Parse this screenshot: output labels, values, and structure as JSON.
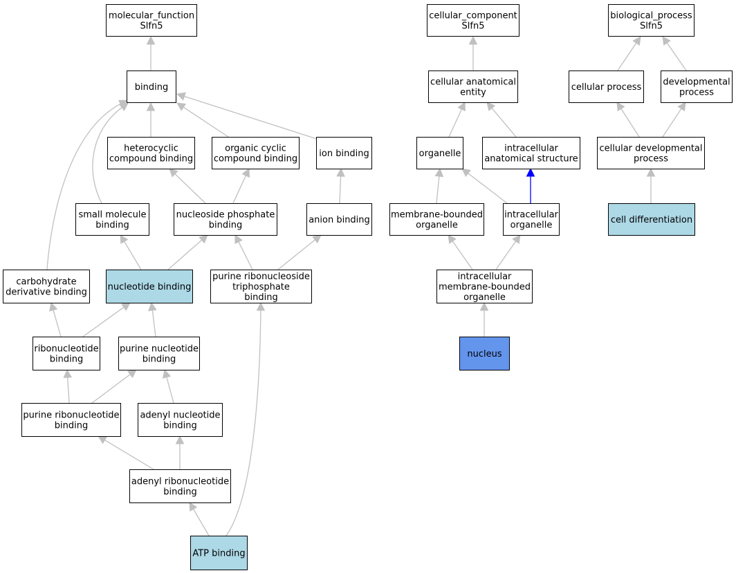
{
  "colors": {
    "edge": "#c0c0c0",
    "edge_highlight": "#0000ff",
    "node_fill": "#ffffff",
    "node_annotated": "#add8e6",
    "node_focus": "#6495ed",
    "node_border": "#000000"
  },
  "nodes": {
    "molecular_function": {
      "lines": [
        "molecular_function",
        "Slfn5"
      ],
      "style": "plain"
    },
    "cellular_component": {
      "lines": [
        "cellular_component",
        "Slfn5"
      ],
      "style": "plain"
    },
    "biological_process": {
      "lines": [
        "biological_process",
        "Slfn5"
      ],
      "style": "plain"
    },
    "binding": {
      "lines": [
        "binding"
      ],
      "style": "plain"
    },
    "cellular_anatomical_entity": {
      "lines": [
        "cellular anatomical",
        "entity"
      ],
      "style": "plain"
    },
    "cellular_process": {
      "lines": [
        "cellular process"
      ],
      "style": "plain"
    },
    "developmental_process": {
      "lines": [
        "developmental",
        "process"
      ],
      "style": "plain"
    },
    "heterocyclic_compound_binding": {
      "lines": [
        "heterocyclic",
        "compound binding"
      ],
      "style": "plain"
    },
    "organic_cyclic_compound_binding": {
      "lines": [
        "organic cyclic",
        "compound binding"
      ],
      "style": "plain"
    },
    "ion_binding": {
      "lines": [
        "ion binding"
      ],
      "style": "plain"
    },
    "organelle": {
      "lines": [
        "organelle"
      ],
      "style": "plain"
    },
    "intracellular_anatomical_structure": {
      "lines": [
        "intracellular",
        "anatomical structure"
      ],
      "style": "plain"
    },
    "cellular_developmental_process": {
      "lines": [
        "cellular developmental",
        "process"
      ],
      "style": "plain"
    },
    "small_molecule_binding": {
      "lines": [
        "small molecule",
        "binding"
      ],
      "style": "plain"
    },
    "nucleoside_phosphate_binding": {
      "lines": [
        "nucleoside phosphate",
        "binding"
      ],
      "style": "plain"
    },
    "anion_binding": {
      "lines": [
        "anion binding"
      ],
      "style": "plain"
    },
    "membrane_bounded_organelle": {
      "lines": [
        "membrane-bounded",
        "organelle"
      ],
      "style": "plain"
    },
    "intracellular_organelle": {
      "lines": [
        "intracellular",
        "organelle"
      ],
      "style": "plain"
    },
    "cell_differentiation": {
      "lines": [
        "cell differentiation"
      ],
      "style": "annotated"
    },
    "carbohydrate_derivative_binding": {
      "lines": [
        "carbohydrate",
        "derivative binding"
      ],
      "style": "plain"
    },
    "nucleotide_binding": {
      "lines": [
        "nucleotide binding"
      ],
      "style": "annotated"
    },
    "purine_ribonucleoside_triphosphate_binding": {
      "lines": [
        "purine ribonucleoside",
        "triphosphate",
        "binding"
      ],
      "style": "plain"
    },
    "intracellular_membrane_bounded_organelle": {
      "lines": [
        "intracellular",
        "membrane-bounded",
        "organelle"
      ],
      "style": "plain"
    },
    "ribonucleotide_binding": {
      "lines": [
        "ribonucleotide",
        "binding"
      ],
      "style": "plain"
    },
    "purine_nucleotide_binding": {
      "lines": [
        "purine nucleotide",
        "binding"
      ],
      "style": "plain"
    },
    "nucleus": {
      "lines": [
        "nucleus"
      ],
      "style": "focus"
    },
    "purine_ribonucleotide_binding": {
      "lines": [
        "purine ribonucleotide",
        "binding"
      ],
      "style": "plain"
    },
    "adenyl_nucleotide_binding": {
      "lines": [
        "adenyl nucleotide",
        "binding"
      ],
      "style": "plain"
    },
    "adenyl_ribonucleotide_binding": {
      "lines": [
        "adenyl ribonucleotide",
        "binding"
      ],
      "style": "plain"
    },
    "atp_binding": {
      "lines": [
        "ATP binding"
      ],
      "style": "annotated"
    }
  },
  "edges": [
    {
      "child": "binding",
      "parent": "molecular_function"
    },
    {
      "child": "heterocyclic_compound_binding",
      "parent": "binding"
    },
    {
      "child": "organic_cyclic_compound_binding",
      "parent": "binding"
    },
    {
      "child": "ion_binding",
      "parent": "binding"
    },
    {
      "child": "small_molecule_binding",
      "parent": "binding"
    },
    {
      "child": "carbohydrate_derivative_binding",
      "parent": "binding"
    },
    {
      "child": "nucleoside_phosphate_binding",
      "parent": "heterocyclic_compound_binding"
    },
    {
      "child": "nucleoside_phosphate_binding",
      "parent": "organic_cyclic_compound_binding"
    },
    {
      "child": "anion_binding",
      "parent": "ion_binding"
    },
    {
      "child": "nucleotide_binding",
      "parent": "small_molecule_binding"
    },
    {
      "child": "nucleotide_binding",
      "parent": "nucleoside_phosphate_binding"
    },
    {
      "child": "purine_ribonucleoside_triphosphate_binding",
      "parent": "nucleoside_phosphate_binding"
    },
    {
      "child": "purine_ribonucleoside_triphosphate_binding",
      "parent": "anion_binding"
    },
    {
      "child": "ribonucleotide_binding",
      "parent": "carbohydrate_derivative_binding"
    },
    {
      "child": "ribonucleotide_binding",
      "parent": "nucleotide_binding"
    },
    {
      "child": "purine_nucleotide_binding",
      "parent": "nucleotide_binding"
    },
    {
      "child": "purine_ribonucleotide_binding",
      "parent": "ribonucleotide_binding"
    },
    {
      "child": "purine_ribonucleotide_binding",
      "parent": "purine_nucleotide_binding"
    },
    {
      "child": "adenyl_nucleotide_binding",
      "parent": "purine_nucleotide_binding"
    },
    {
      "child": "adenyl_ribonucleotide_binding",
      "parent": "purine_ribonucleotide_binding"
    },
    {
      "child": "adenyl_ribonucleotide_binding",
      "parent": "adenyl_nucleotide_binding"
    },
    {
      "child": "atp_binding",
      "parent": "adenyl_ribonucleotide_binding"
    },
    {
      "child": "atp_binding",
      "parent": "purine_ribonucleoside_triphosphate_binding"
    },
    {
      "child": "cellular_anatomical_entity",
      "parent": "cellular_component"
    },
    {
      "child": "organelle",
      "parent": "cellular_anatomical_entity"
    },
    {
      "child": "intracellular_anatomical_structure",
      "parent": "cellular_anatomical_entity"
    },
    {
      "child": "membrane_bounded_organelle",
      "parent": "organelle"
    },
    {
      "child": "intracellular_organelle",
      "parent": "organelle"
    },
    {
      "child": "intracellular_organelle",
      "parent": "intracellular_anatomical_structure",
      "highlight": true
    },
    {
      "child": "intracellular_membrane_bounded_organelle",
      "parent": "membrane_bounded_organelle"
    },
    {
      "child": "intracellular_membrane_bounded_organelle",
      "parent": "intracellular_organelle"
    },
    {
      "child": "nucleus",
      "parent": "intracellular_membrane_bounded_organelle"
    },
    {
      "child": "cellular_process",
      "parent": "biological_process"
    },
    {
      "child": "developmental_process",
      "parent": "biological_process"
    },
    {
      "child": "cellular_developmental_process",
      "parent": "cellular_process"
    },
    {
      "child": "cellular_developmental_process",
      "parent": "developmental_process"
    },
    {
      "child": "cell_differentiation",
      "parent": "cellular_developmental_process"
    }
  ]
}
